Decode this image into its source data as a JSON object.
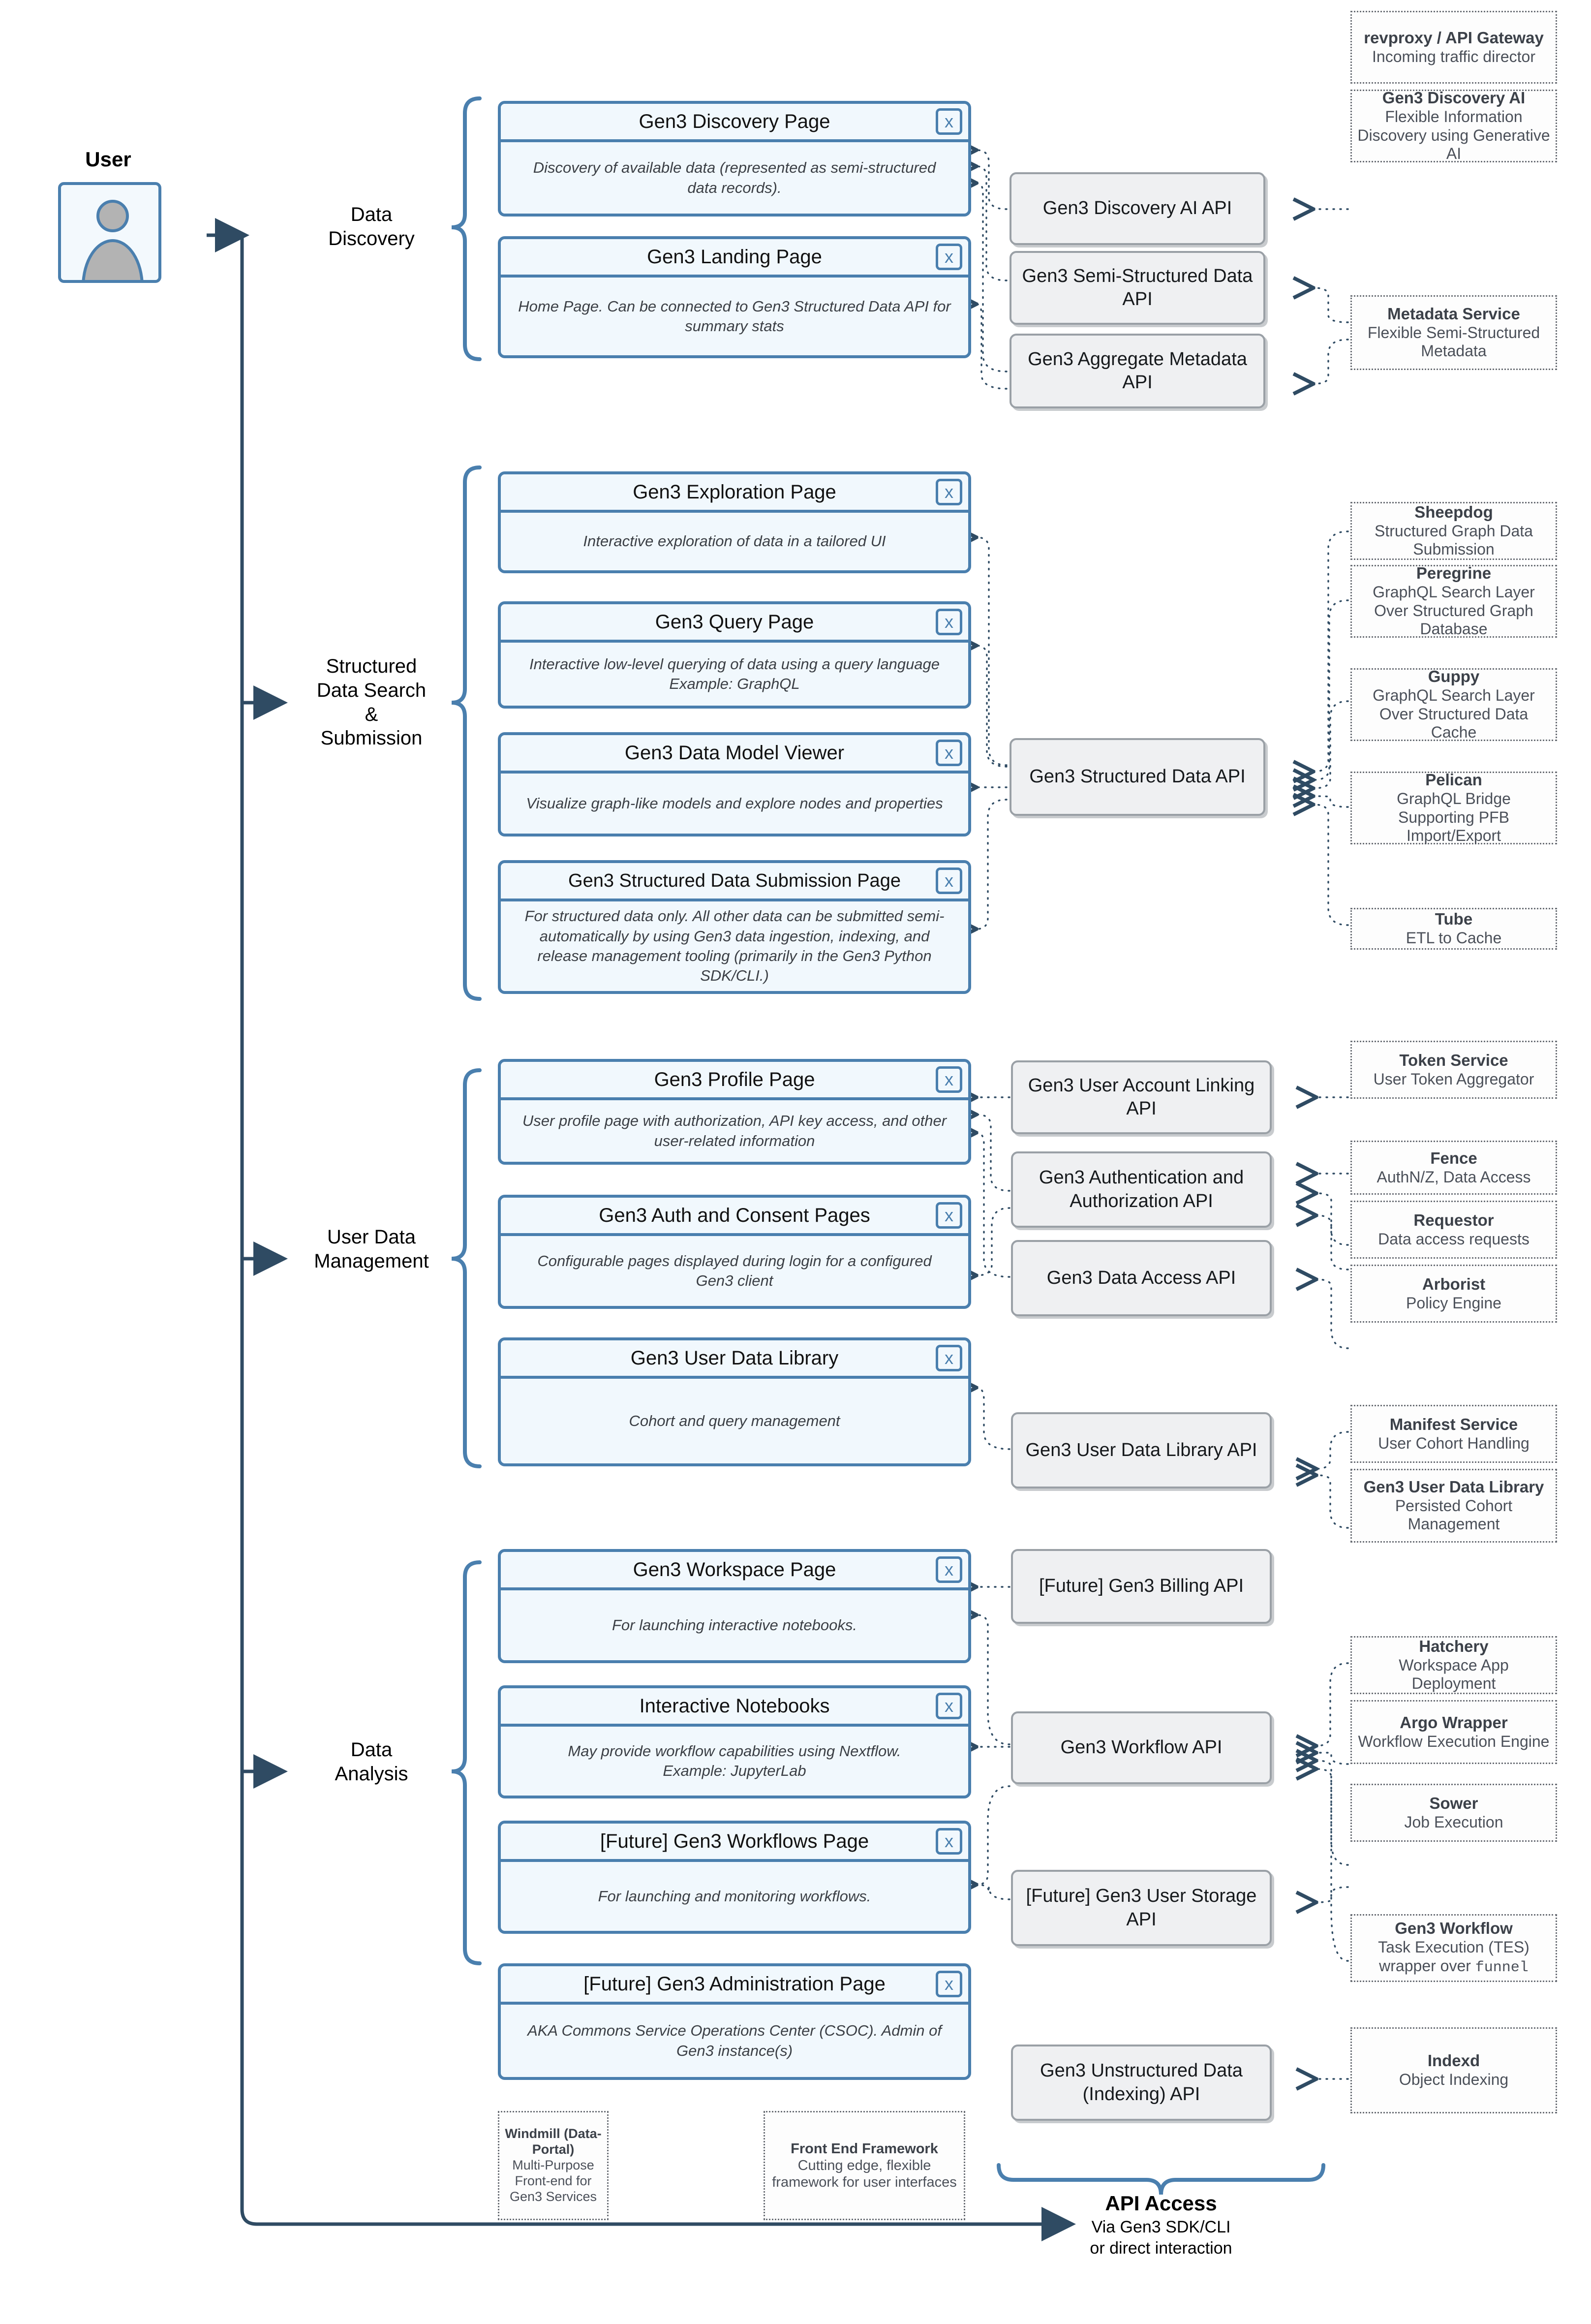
{
  "actor": {
    "label": "User",
    "icon": "user-avatar-icon"
  },
  "categories": [
    {
      "id": "data-discovery",
      "label": "Data\nDiscovery"
    },
    {
      "id": "structured-data",
      "label": "Structured\nData Search\n&\nSubmission"
    },
    {
      "id": "user-data-management",
      "label": "User Data\nManagement"
    },
    {
      "id": "data-analysis",
      "label": "Data\nAnalysis"
    }
  ],
  "pages": [
    {
      "id": "gen3-discovery-page",
      "title": "Gen3 Discovery Page",
      "close": "x",
      "desc": "Discovery of available data (represented as semi-structured data records)."
    },
    {
      "id": "gen3-landing-page",
      "title": "Gen3 Landing Page",
      "close": "x",
      "desc": "Home Page. Can be connected to Gen3 Structured Data API for summary stats"
    },
    {
      "id": "gen3-exploration-page",
      "title": "Gen3 Exploration Page",
      "close": "x",
      "desc": "Interactive exploration of data in a tailored UI"
    },
    {
      "id": "gen3-query-page",
      "title": "Gen3 Query Page",
      "close": "x",
      "desc": "Interactive low-level querying of data using a query language\nExample: GraphQL"
    },
    {
      "id": "gen3-data-model-viewer",
      "title": "Gen3 Data Model Viewer",
      "close": "x",
      "desc": "Visualize graph-like models and explore nodes and properties"
    },
    {
      "id": "gen3-structured-data-submission-page",
      "title": "Gen3 Structured Data Submission Page",
      "close": "x",
      "desc": "For structured data only. All other data can be submitted semi-automatically by using Gen3 data ingestion, indexing, and release management tooling (primarily in the Gen3 Python SDK/CLI.)"
    },
    {
      "id": "gen3-profile-page",
      "title": "Gen3 Profile Page",
      "close": "x",
      "desc": "User profile page with authorization, API key access, and other user-related information"
    },
    {
      "id": "gen3-auth-and-consent-pages",
      "title": "Gen3 Auth and Consent Pages",
      "close": "x",
      "desc": "Configurable pages displayed during login for a configured Gen3 client"
    },
    {
      "id": "gen3-user-data-library",
      "title": "Gen3 User Data Library",
      "close": "x",
      "desc": "Cohort and query management"
    },
    {
      "id": "gen3-workspace-page",
      "title": "Gen3 Workspace Page",
      "close": "x",
      "desc": "For launching interactive notebooks."
    },
    {
      "id": "interactive-notebooks",
      "title": "Interactive Notebooks",
      "close": "x",
      "desc": "May provide workflow capabilities using Nextflow.\nExample: JupyterLab"
    },
    {
      "id": "future-gen3-workflows-page",
      "title": "[Future] Gen3 Workflows Page",
      "close": "x",
      "desc": "For launching and monitoring workflows."
    },
    {
      "id": "future-gen3-administration-page",
      "title": "[Future] Gen3 Administration Page",
      "close": "x",
      "desc": "AKA Commons Service Operations Center (CSOC). Admin of Gen3 instance(s)"
    }
  ],
  "apis": [
    {
      "id": "gen3-discovery-ai-api",
      "label": "Gen3 Discovery AI API"
    },
    {
      "id": "gen3-semi-structured-data-api",
      "label": "Gen3 Semi-Structured Data API"
    },
    {
      "id": "gen3-aggregate-metadata-api",
      "label": "Gen3 Aggregate Metadata API"
    },
    {
      "id": "gen3-structured-data-api",
      "label": "Gen3 Structured Data API"
    },
    {
      "id": "gen3-user-account-linking-api",
      "label": "Gen3 User Account Linking API"
    },
    {
      "id": "gen3-authentication-and-authorization-api",
      "label": "Gen3 Authentication and Authorization API"
    },
    {
      "id": "gen3-data-access-api",
      "label": "Gen3 Data Access API"
    },
    {
      "id": "gen3-user-data-library-api",
      "label": "Gen3 User Data Library API"
    },
    {
      "id": "future-gen3-billing-api",
      "label": "[Future] Gen3 Billing API"
    },
    {
      "id": "gen3-workflow-api",
      "label": "Gen3 Workflow API"
    },
    {
      "id": "future-gen3-user-storage-api",
      "label": "[Future] Gen3 User Storage API"
    },
    {
      "id": "gen3-unstructured-data-indexing-api",
      "label": "Gen3 Unstructured Data (Indexing) API"
    }
  ],
  "services": [
    {
      "id": "revproxy-api-gateway",
      "name": "revproxy / API Gateway",
      "desc": "Incoming traffic director"
    },
    {
      "id": "gen3-discovery-ai",
      "name": "Gen3 Discovery AI",
      "desc": "Flexible Information Discovery using Generative AI"
    },
    {
      "id": "metadata-service",
      "name": "Metadata Service",
      "desc": "Flexible Semi-Structured Metadata"
    },
    {
      "id": "sheepdog",
      "name": "Sheepdog",
      "desc": "Structured Graph Data Submission"
    },
    {
      "id": "peregrine",
      "name": "Peregrine",
      "desc": "GraphQL Search Layer Over Structured Graph Database"
    },
    {
      "id": "guppy",
      "name": "Guppy",
      "desc": "GraphQL Search Layer Over Structured Data Cache"
    },
    {
      "id": "pelican",
      "name": "Pelican",
      "desc": "GraphQL Bridge Supporting PFB Import/Export"
    },
    {
      "id": "tube",
      "name": "Tube",
      "desc": "ETL to Cache"
    },
    {
      "id": "token-service",
      "name": "Token Service",
      "desc": "User Token Aggregator"
    },
    {
      "id": "fence",
      "name": "Fence",
      "desc": "AuthN/Z, Data Access"
    },
    {
      "id": "requestor",
      "name": "Requestor",
      "desc": "Data access requests"
    },
    {
      "id": "arborist",
      "name": "Arborist",
      "desc": "Policy Engine"
    },
    {
      "id": "manifest-service",
      "name": "Manifest Service",
      "desc": "User Cohort Handling"
    },
    {
      "id": "gen3-user-data-library-svc",
      "name": "Gen3 User Data Library",
      "desc": "Persisted Cohort Management"
    },
    {
      "id": "hatchery",
      "name": "Hatchery",
      "desc": "Workspace App Deployment"
    },
    {
      "id": "argo-wrapper",
      "name": "Argo Wrapper",
      "desc": "Workflow Execution Engine"
    },
    {
      "id": "sower",
      "name": "Sower",
      "desc": "Job Execution"
    },
    {
      "id": "gen3-workflow",
      "name": "Gen3 Workflow",
      "desc_pre": "Task Execution (TES) wrapper over ",
      "desc_mono": "funnel"
    },
    {
      "id": "indexd",
      "name": "Indexd",
      "desc": "Object Indexing"
    },
    {
      "id": "windmill-data-portal",
      "name": "Windmill (Data-Portal)",
      "desc": "Multi-Purpose Front-end for Gen3 Services"
    },
    {
      "id": "front-end-framework",
      "name": "Front End Framework",
      "desc": "Cutting edge, flexible framework for user interfaces"
    }
  ],
  "api_access": {
    "title": "API Access",
    "subtitle": "Via Gen3 SDK/CLI\nor direct interaction"
  },
  "colors": {
    "page_border": "#4a7fae",
    "page_fill": "#f1f8fd",
    "api_border": "#9aa0a6",
    "api_fill": "#eff0f2",
    "service_border": "#6b6f76",
    "wire": "#2f4b63",
    "bracket": "#4a7fae"
  }
}
